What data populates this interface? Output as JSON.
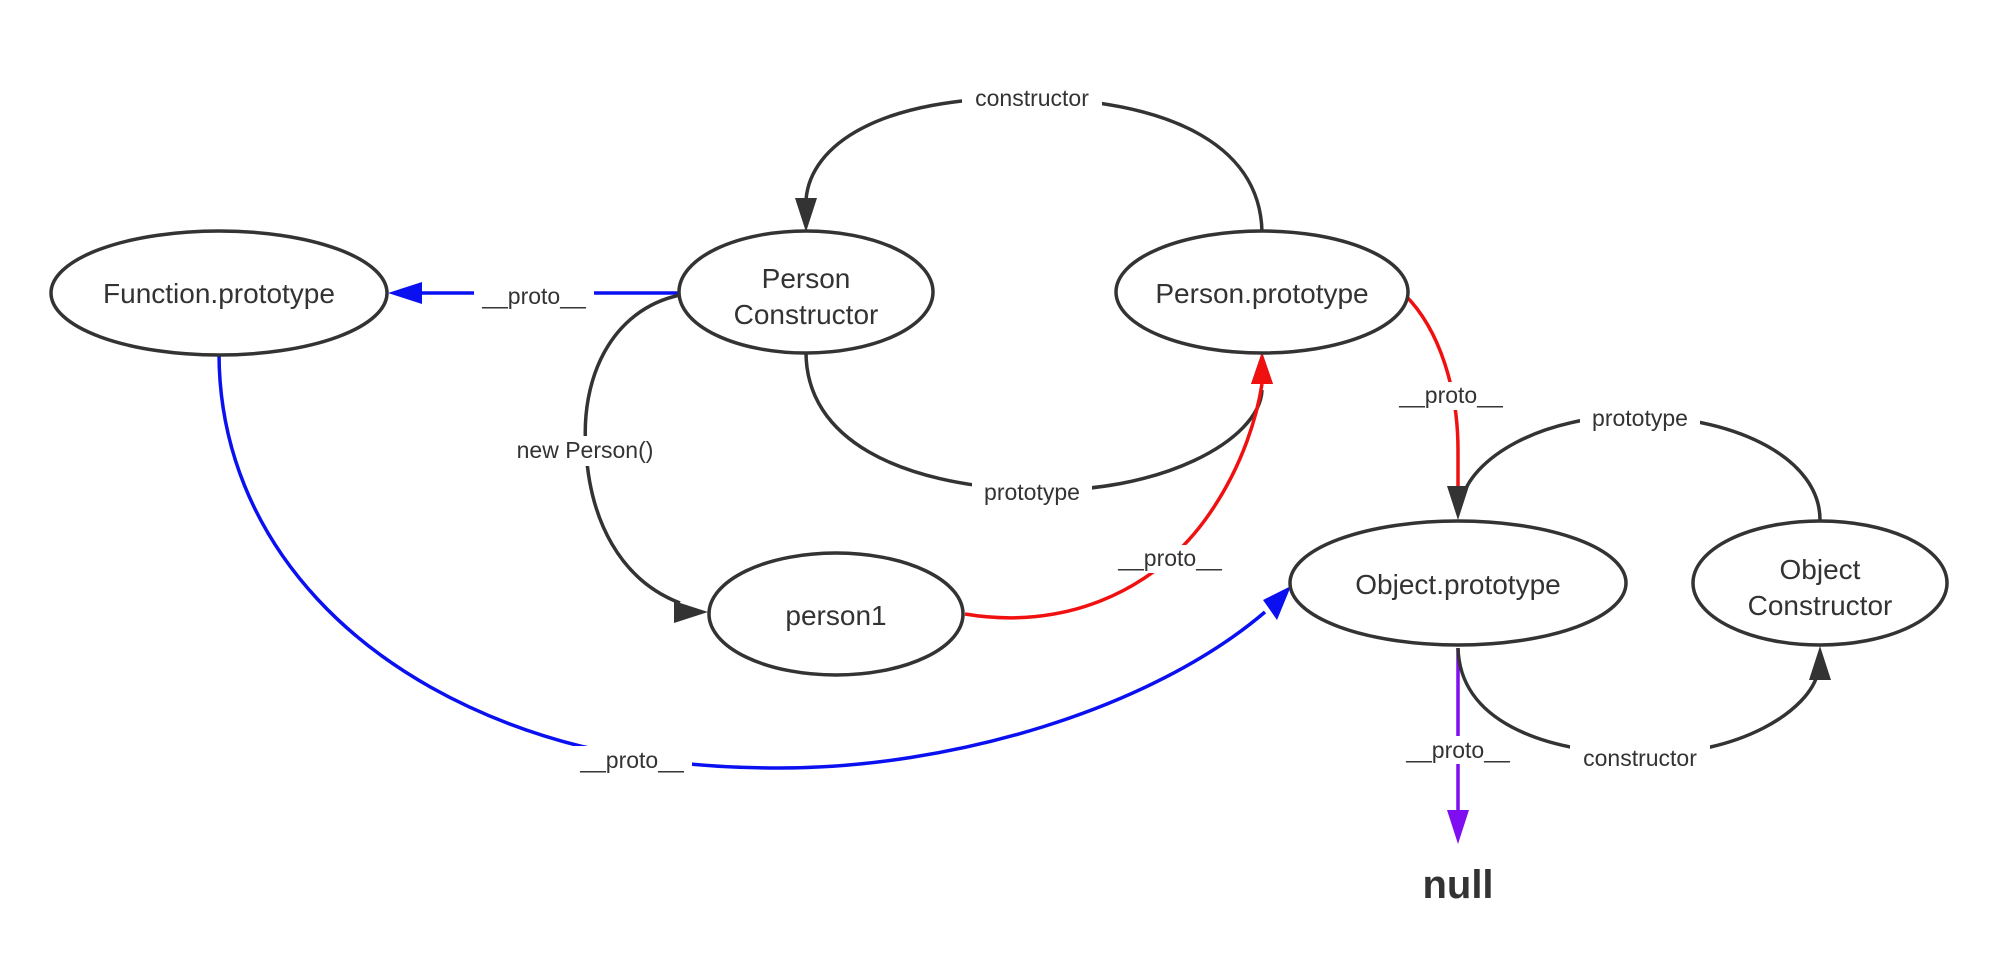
{
  "colors": {
    "dark": "#333333",
    "blue": "#0a10f0",
    "red": "#f01010",
    "purple": "#7f0ff0"
  },
  "nodes": {
    "function_prototype": {
      "label": "Function.prototype"
    },
    "person_constructor": {
      "line1": "Person",
      "line2": "Constructor"
    },
    "person_prototype": {
      "label": "Person.prototype"
    },
    "person1": {
      "label": "person1"
    },
    "object_prototype": {
      "label": "Object.prototype"
    },
    "object_constructor": {
      "line1": "Object",
      "line2": "Constructor"
    },
    "null": {
      "label": "null"
    }
  },
  "edges": {
    "constructor_top": "constructor",
    "person_proto_to_function": "__proto__",
    "new_person": "new Person()",
    "prototype_person": "prototype",
    "person1_proto": "__proto__",
    "person_prototype_proto": "__proto__",
    "prototype_object": "prototype",
    "function_proto_to_object": "__proto__",
    "object_proto_to_null": "__proto__",
    "constructor_object": "constructor"
  }
}
